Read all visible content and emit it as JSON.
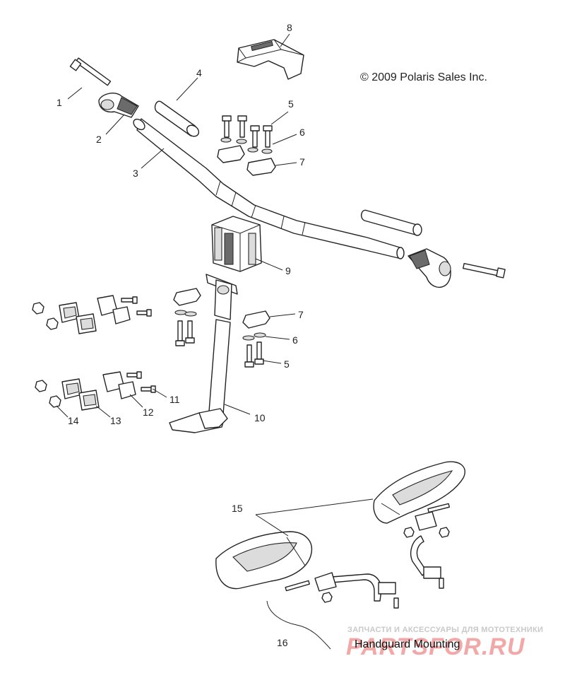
{
  "copyright": "© 2009 Polaris Sales Inc.",
  "section_caption": "Handguard Mounting",
  "watermark": {
    "tagline": "ЗАПЧАСТИ И АКСЕССУАРЫ ДЛЯ МОТОТЕХНИКИ",
    "brand": "PARTSFOR.RU"
  },
  "callouts": {
    "c1": "1",
    "c2": "2",
    "c3": "3",
    "c4": "4",
    "c5a": "5",
    "c6a": "6",
    "c7a": "7",
    "c8": "8",
    "c9": "9",
    "c7b": "7",
    "c6b": "6",
    "c5b": "5",
    "c10": "10",
    "c11": "11",
    "c12": "12",
    "c13": "13",
    "c14": "14",
    "c15": "15",
    "c16": "16"
  },
  "colors": {
    "line": "#222222",
    "shade": "#dcdcdc",
    "watermark": "#f08c8c"
  }
}
